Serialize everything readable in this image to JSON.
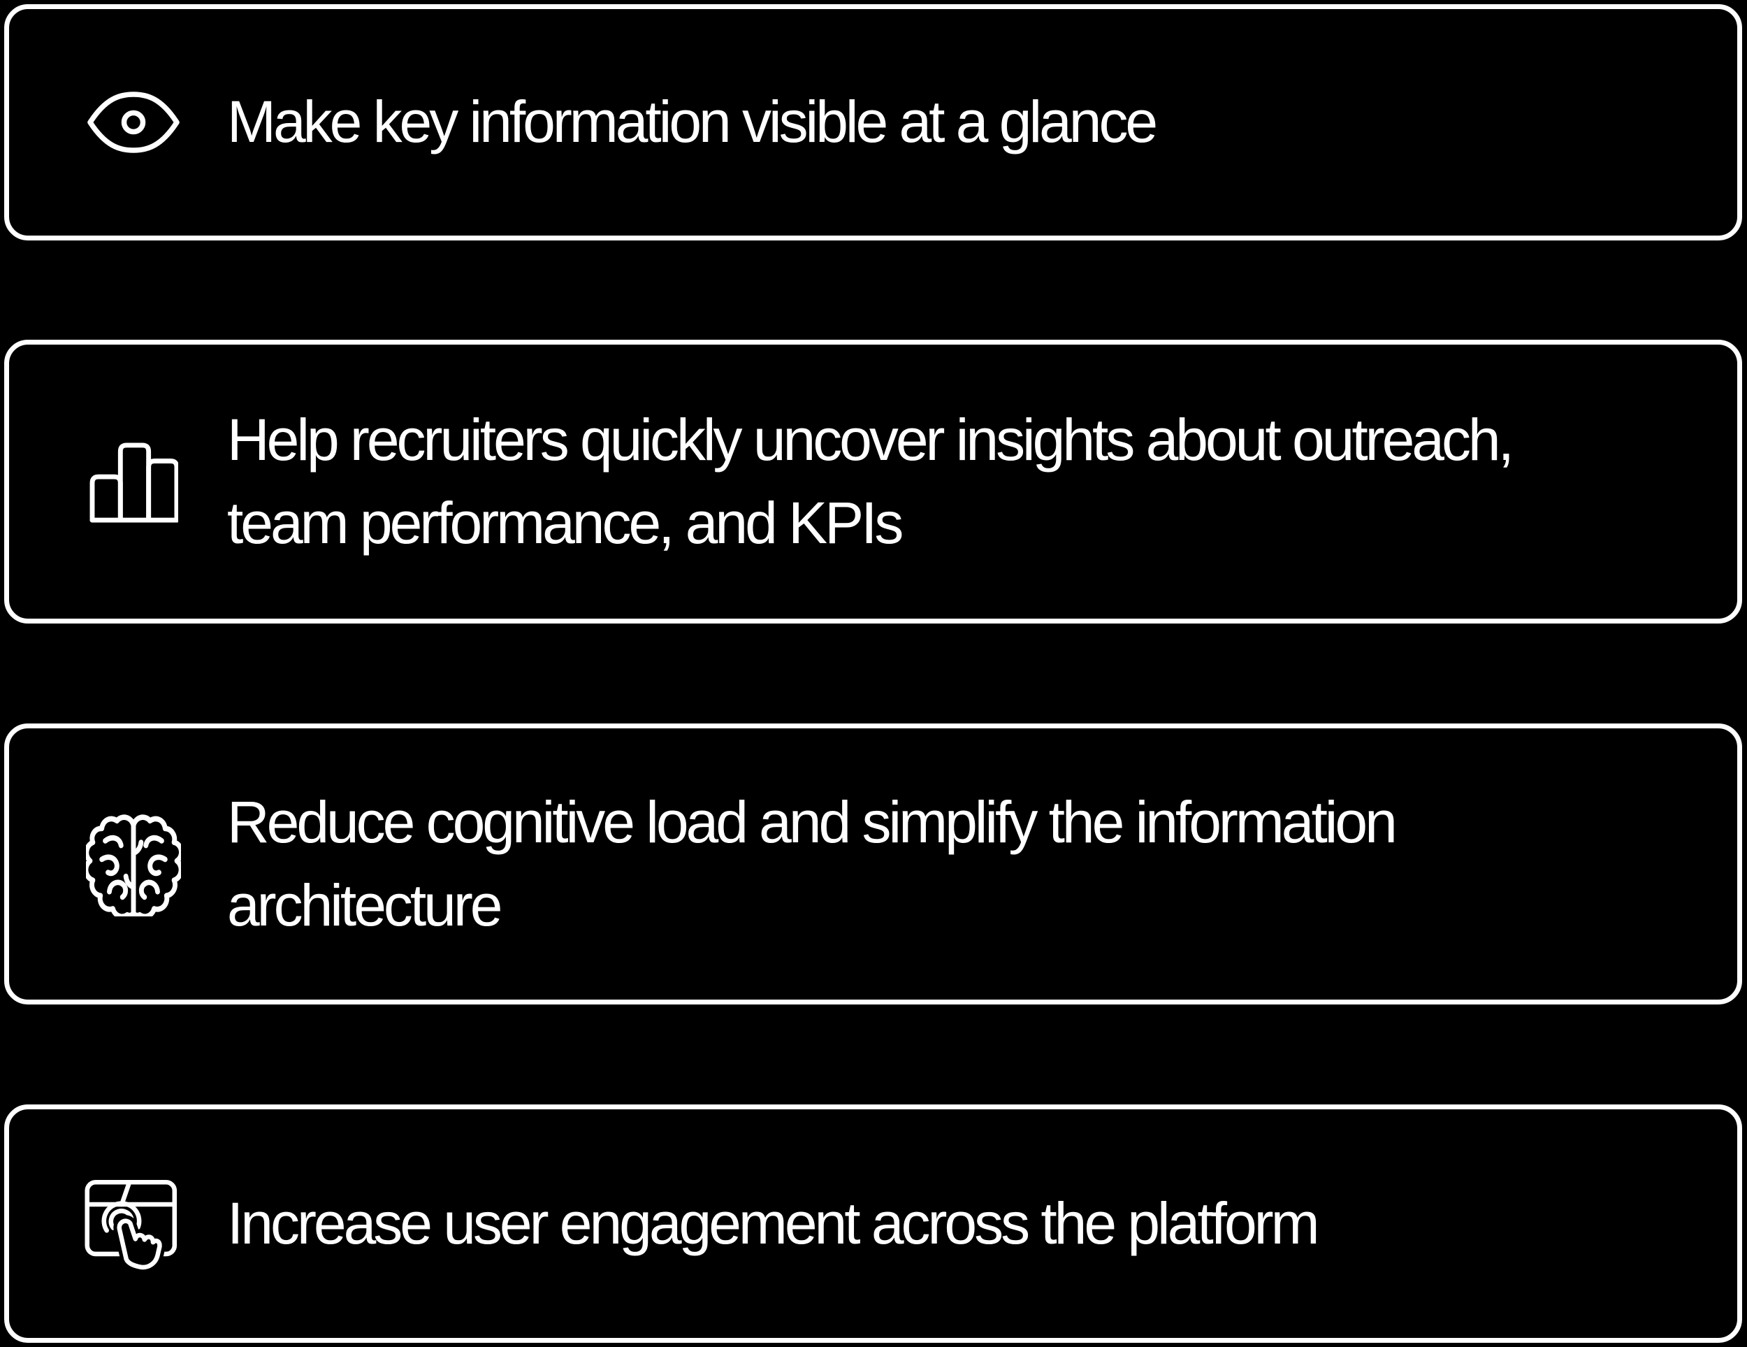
{
  "page": {
    "background_color": "#000000",
    "foreground_color": "#FFFFFF",
    "description_colors": {
      "card_border": "#FFFFFF",
      "card_background": "#000000",
      "text": "#FFFFFF"
    }
  },
  "cards": [
    {
      "icon": "eye-icon",
      "text": "Make key information visible at a glance"
    },
    {
      "icon": "bar-chart-icon",
      "text": "Help recruiters quickly uncover insights about outreach,\nteam performance, and KPIs"
    },
    {
      "icon": "brain-icon",
      "text": "Reduce cognitive load and simplify the information\narchitecture"
    },
    {
      "icon": "browser-tap-icon",
      "text": "Increase user engagement across the platform"
    }
  ]
}
